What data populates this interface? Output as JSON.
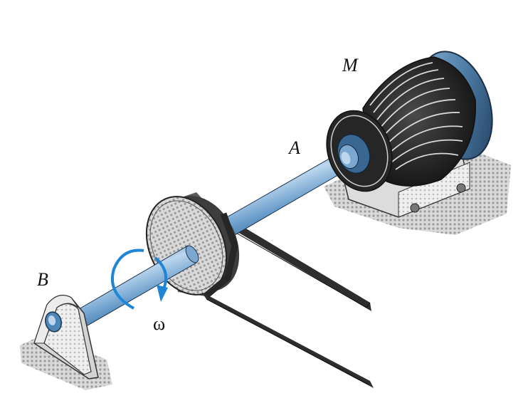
{
  "labels": {
    "motor": "M",
    "bearing_a": "A",
    "bearing_b": "B",
    "angular_velocity": "ω"
  },
  "colors": {
    "shaft": "#4f86b8",
    "shaft_highlight": "#bcd7ee",
    "rotation_arrow": "#1f86d6",
    "motor_body": "#2b2b2b",
    "motor_endcap": "#5d8fbd",
    "belt": "#3a3a3a",
    "shadow": "#b9b9b9",
    "support_block": "#e4e4e4"
  },
  "icons": {
    "rotation": "curved-arrow-icon"
  }
}
